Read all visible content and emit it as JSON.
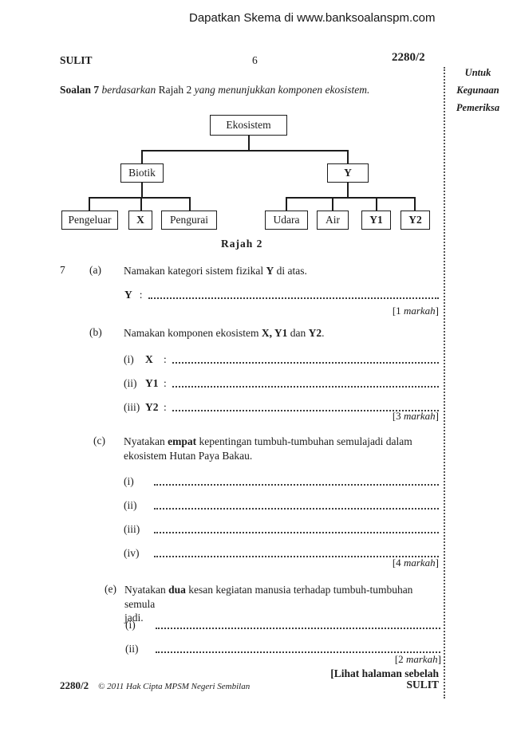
{
  "banner": {
    "text": "Dapatkan Skema di www.banksoalanspm.com"
  },
  "header": {
    "confidential": "SULIT",
    "page_number": "6",
    "paper_code": "2280/2"
  },
  "examiner_column": {
    "line1": "Untuk",
    "line2": "Kegunaan",
    "line3": "Pemeriksa"
  },
  "intro": {
    "bold": "Soalan 7",
    "italic1": " berdasarkan ",
    "plain": "Rajah 2 ",
    "italic2": "yang menunjukkan komponen ekosistem."
  },
  "diagram": {
    "root": "Ekosistem",
    "biotik": "Biotik",
    "y": "Y",
    "pengeluar": "Pengeluar",
    "x": "X",
    "pengurai": "Pengurai",
    "udara": "Udara",
    "air": "Air",
    "y1": "Y1",
    "y2": "Y2",
    "caption": "Rajah 2"
  },
  "question": {
    "number": "7",
    "a": {
      "label": "(a)",
      "t1": "Namakan  kategori sistem fizikal ",
      "b1": "Y",
      "t2": " di atas.",
      "answer_label": "Y",
      "colon": ":",
      "marks_pre": "[1 ",
      "marks_word": "markah",
      "marks_post": "]"
    },
    "b": {
      "label": "(b)",
      "t1": "Namakan komponen ekosistem ",
      "b1": "X, Y1",
      "t2": " dan ",
      "b2": "Y2",
      "t3": ".",
      "items": [
        {
          "roman": "(i)",
          "letter": "X",
          "colon": ":"
        },
        {
          "roman": "(ii)",
          "letter": "Y1",
          "colon": ":"
        },
        {
          "roman": "(iii)",
          "letter": "Y2",
          "colon": ":"
        }
      ],
      "marks_pre": "[3 ",
      "marks_word": "markah",
      "marks_post": "]"
    },
    "c": {
      "label": "(c)",
      "t1": "Nyatakan ",
      "b1": "empat",
      "t2": "  kepentingan tumbuh-tumbuhan semulajadi dalam",
      "line2": "ekosistem Hutan Paya Bakau.",
      "items": [
        {
          "roman": "(i)"
        },
        {
          "roman": "(ii)"
        },
        {
          "roman": "(iii)"
        },
        {
          "roman": "(iv)"
        }
      ],
      "marks_pre": "[4 ",
      "marks_word": "markah",
      "marks_post": "]"
    },
    "e": {
      "label": "(e)",
      "t1": "Nyatakan ",
      "b1": "dua",
      "t2": " kesan kegiatan manusia terhadap  tumbuh-tumbuhan semula",
      "line2": "jadi.",
      "items": [
        {
          "roman": "(i)"
        },
        {
          "roman": "(ii)"
        }
      ],
      "marks_pre": "[2 ",
      "marks_word": "markah",
      "marks_post": "]"
    }
  },
  "footer": {
    "paper_code": "2280/2",
    "copyright": "© 2011 Hak Cipta MPSM Negeri Sembilan",
    "continue_note": "[Lihat halaman sebelah",
    "confidential": "SULIT"
  }
}
